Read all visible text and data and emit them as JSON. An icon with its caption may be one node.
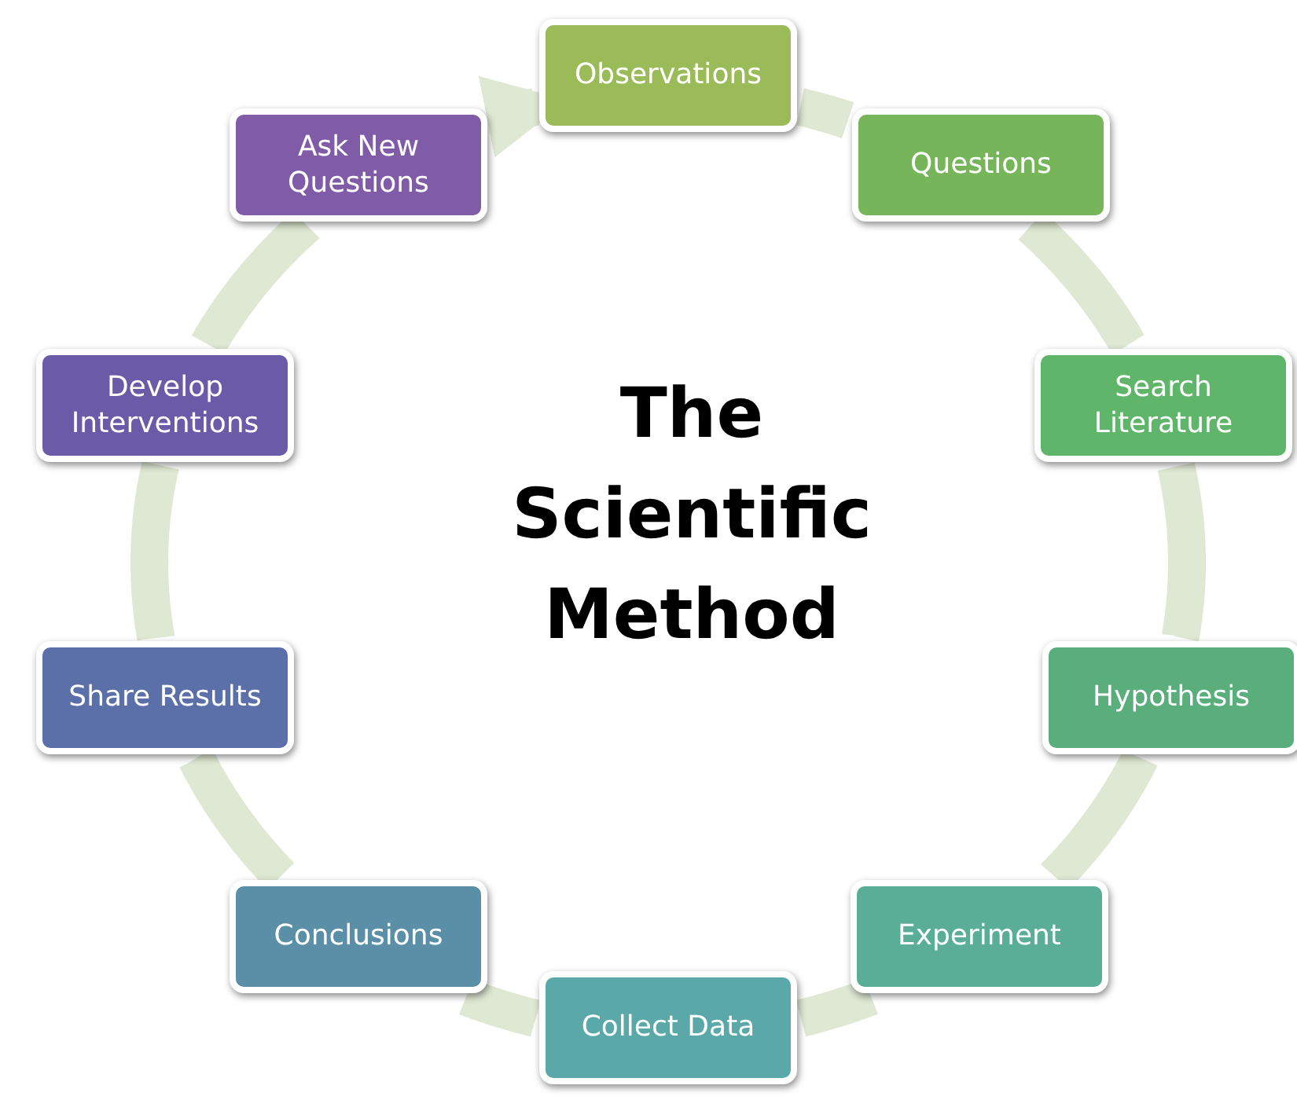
{
  "diagram": {
    "title": "The Scientific Method",
    "nodes": [
      {
        "text": [
          "Observations"
        ]
      },
      {
        "text": [
          "Questions"
        ]
      },
      {
        "text": [
          "Search Literature"
        ]
      },
      {
        "text": [
          "Hypothesis"
        ]
      },
      {
        "text": [
          "Experiment"
        ]
      },
      {
        "text": [
          "Collect Data"
        ]
      },
      {
        "text": [
          "Conclusions"
        ]
      },
      {
        "text": [
          "Share Results"
        ]
      },
      {
        "text": [
          "Develop Interventions"
        ]
      },
      {
        "text": [
          "Ask New Questions"
        ]
      }
    ],
    "edges": [
      {
        "from": 0,
        "to": 1,
        "arrow": "none"
      },
      {
        "from": 1,
        "to": 2,
        "arrow": "none"
      },
      {
        "from": 2,
        "to": 3,
        "arrow": "none"
      },
      {
        "from": 3,
        "to": 4,
        "arrow": "none"
      },
      {
        "from": 4,
        "to": 5,
        "arrow": "none"
      },
      {
        "from": 5,
        "to": 6,
        "arrow": "none"
      },
      {
        "from": 6,
        "to": 7,
        "arrow": "none"
      },
      {
        "from": 7,
        "to": 8,
        "arrow": "none"
      },
      {
        "from": 8,
        "to": 9,
        "arrow": "none"
      },
      {
        "from": 9,
        "to": 0,
        "arrow": "to"
      }
    ]
  }
}
